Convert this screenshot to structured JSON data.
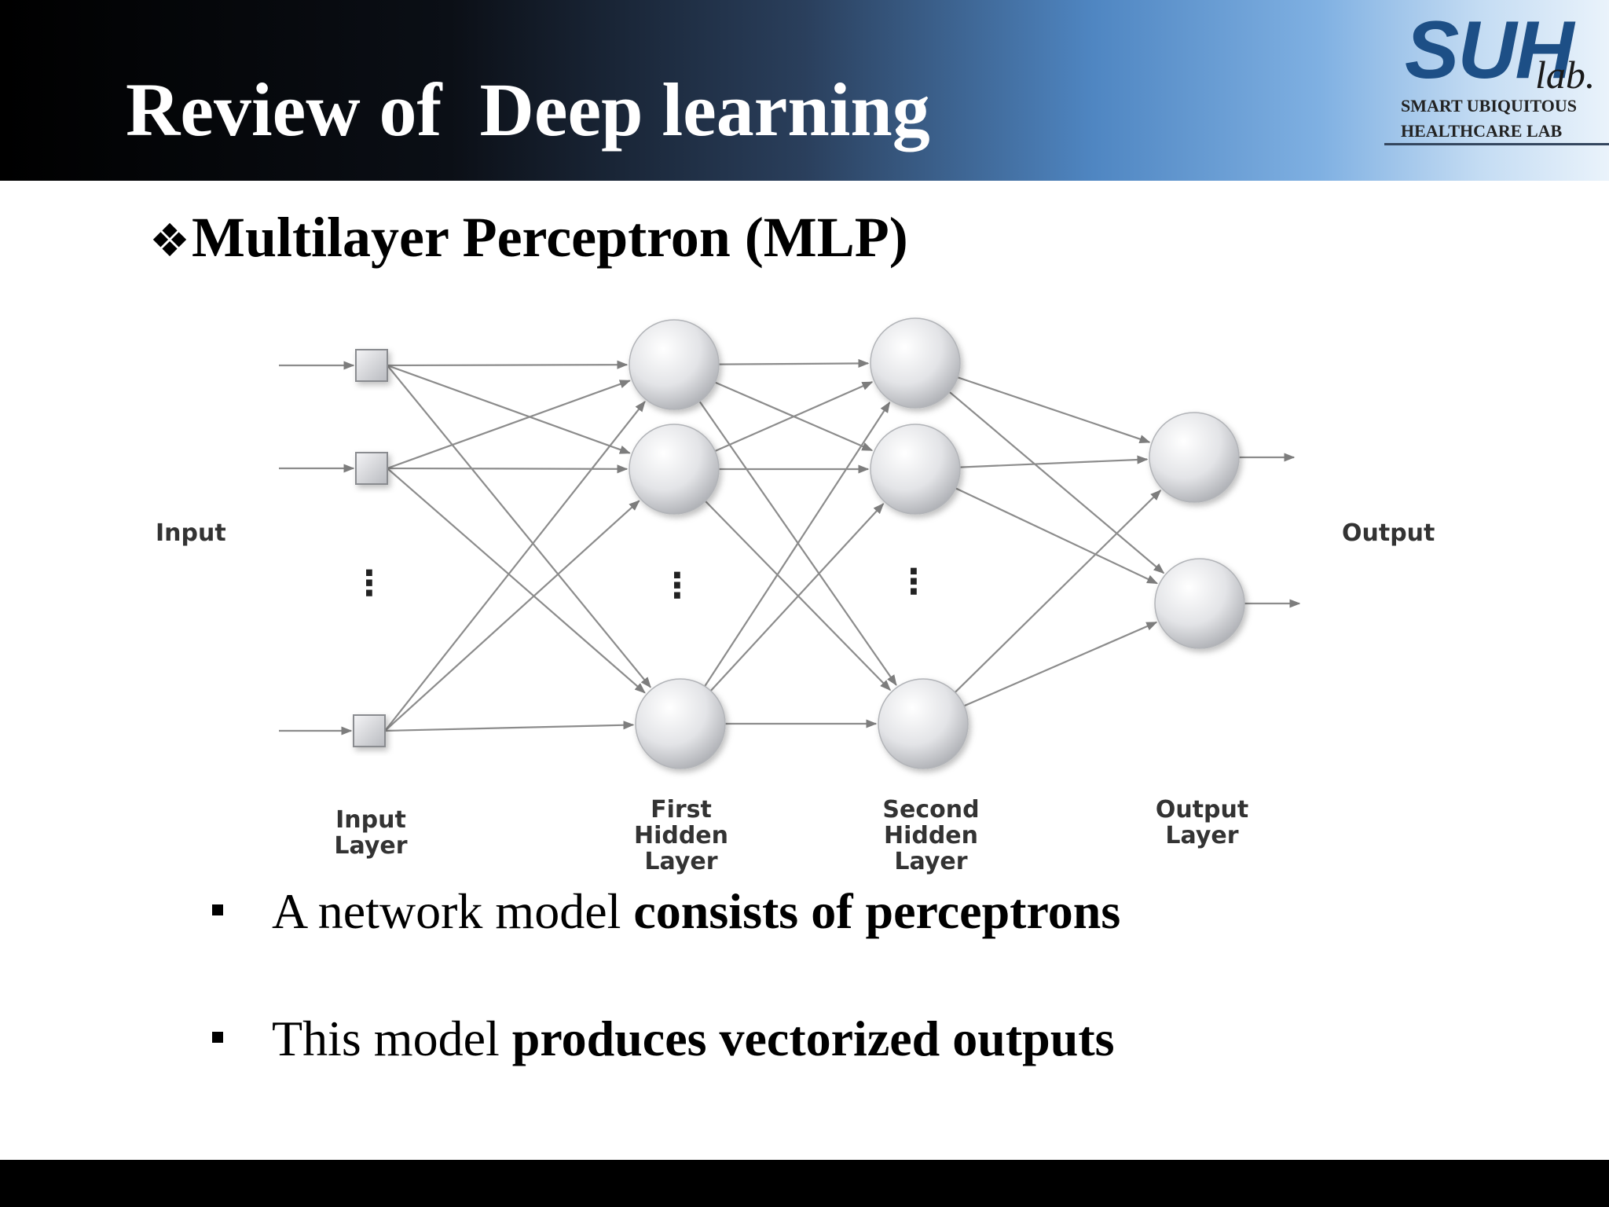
{
  "header": {
    "title": "Review of  Deep learning",
    "logo": {
      "main": "SUH",
      "lab": "lab.",
      "line1": "SMART UBIQUITOUS",
      "line2": "HEALTHCARE LAB"
    }
  },
  "subtitle": {
    "bullet_icon": "diamond-cluster-icon",
    "text": "Multilayer Perceptron (MLP)"
  },
  "diagram": {
    "input_label": "Input",
    "output_label": "Output",
    "ellipsis": "⋮",
    "layers": [
      {
        "label_lines": [
          "Input",
          "Layer"
        ]
      },
      {
        "label_lines": [
          "First",
          "Hidden",
          "Layer"
        ]
      },
      {
        "label_lines": [
          "Second",
          "Hidden",
          "Layer"
        ]
      },
      {
        "label_lines": [
          "Output",
          "Layer"
        ]
      }
    ]
  },
  "bullets": [
    {
      "plain": "A network model ",
      "bold": "consists of perceptrons"
    },
    {
      "plain": "This model ",
      "bold": "produces vectorized outputs"
    }
  ],
  "colors": {
    "node_fill": "#dcdde0",
    "edge": "#8c8c8c",
    "title_text": "#ffffff",
    "logo_blue": "#1d4f86"
  }
}
